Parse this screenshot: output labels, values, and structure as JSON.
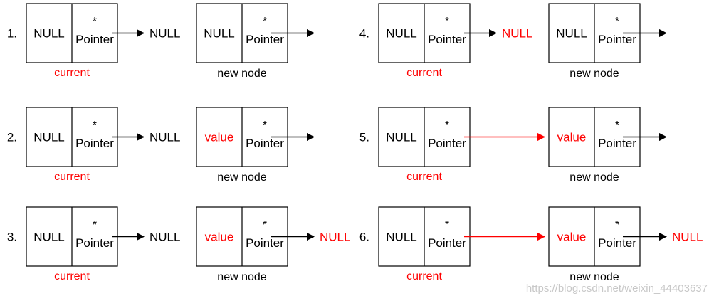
{
  "colors": {
    "line": "#000000",
    "highlight": "#ff0000",
    "watermark": "#c8c8c8"
  },
  "labels": {
    "null": "NULL",
    "star": "*",
    "pointer": "Pointer",
    "value": "value",
    "current": "current",
    "new_node": "new node"
  },
  "steps": [
    {
      "number": "1.",
      "current_left": "NULL",
      "current_left_color": "#000000",
      "current_target": "NULL",
      "current_target_color": "#000000",
      "current_arrow_color": "#000000",
      "new_left": "NULL",
      "new_left_color": "#000000",
      "new_target": "",
      "new_target_color": "#000000"
    },
    {
      "number": "2.",
      "current_left": "NULL",
      "current_left_color": "#000000",
      "current_target": "NULL",
      "current_target_color": "#000000",
      "current_arrow_color": "#000000",
      "new_left": "value",
      "new_left_color": "#ff0000",
      "new_target": "",
      "new_target_color": "#000000"
    },
    {
      "number": "3.",
      "current_left": "NULL",
      "current_left_color": "#000000",
      "current_target": "NULL",
      "current_target_color": "#000000",
      "current_arrow_color": "#000000",
      "new_left": "value",
      "new_left_color": "#ff0000",
      "new_target": "NULL",
      "new_target_color": "#ff0000"
    },
    {
      "number": "4.",
      "current_left": "NULL",
      "current_left_color": "#000000",
      "current_target": "NULL",
      "current_target_color": "#ff0000",
      "current_arrow_color": "#000000",
      "new_left": "NULL",
      "new_left_color": "#000000",
      "new_target": "",
      "new_target_color": "#000000"
    },
    {
      "number": "5.",
      "current_left": "NULL",
      "current_left_color": "#000000",
      "current_target": "",
      "current_target_color": "#000000",
      "current_arrow_color": "#ff0000",
      "new_left": "value",
      "new_left_color": "#ff0000",
      "new_target": "",
      "new_target_color": "#000000"
    },
    {
      "number": "6.",
      "current_left": "NULL",
      "current_left_color": "#000000",
      "current_target": "",
      "current_target_color": "#000000",
      "current_arrow_color": "#ff0000",
      "new_left": "value",
      "new_left_color": "#ff0000",
      "new_target": "NULL",
      "new_target_color": "#ff0000"
    }
  ],
  "watermark": "https://blog.csdn.net/weixin_44403637"
}
